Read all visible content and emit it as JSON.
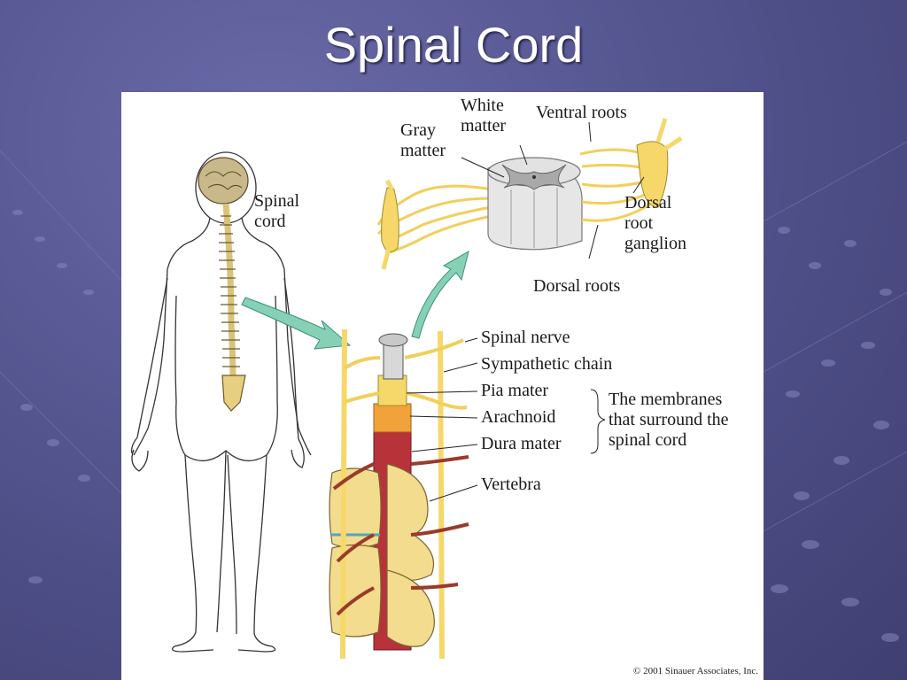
{
  "slide": {
    "title": "Spinal Cord"
  },
  "figure": {
    "labels": {
      "spinal_cord": "Spinal\ncord",
      "white_matter": "White\nmatter",
      "gray_matter": "Gray\nmatter",
      "ventral_roots": "Ventral roots",
      "dorsal_root_ganglion": "Dorsal\nroot\nganglion",
      "dorsal_roots": "Dorsal roots",
      "spinal_nerve": "Spinal nerve",
      "sympathetic_chain": "Sympathetic chain",
      "pia_mater": "Pia mater",
      "arachnoid": "Arachnoid",
      "dura_mater": "Dura mater",
      "vertebra": "Vertebra",
      "membranes_note": "The membranes\nthat surround the\nspinal cord"
    },
    "copyright": "© 2001 Sinauer Associates, Inc."
  },
  "colors": {
    "background": "#54548f",
    "nerve_yellow": "#f6d86a",
    "bone": "#f3dc8e",
    "dura_red": "#b8323a",
    "arachnoid_orange": "#f2a23a",
    "arrow_teal": "#7fcfb3",
    "gray_matter": "#a9a9a9",
    "white_matter": "#e6e6e6"
  }
}
